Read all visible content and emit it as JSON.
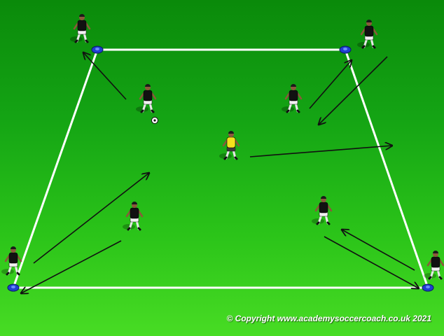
{
  "colors": {
    "pitch_dark": "#0a8a0a",
    "pitch_light": "#48dc24",
    "line": "#ffffff",
    "cone": "#1f3fd0",
    "attacker_shirt": "#111111",
    "attacker_shorts": "#f2f2f2",
    "defender_shirt": "#f4e21c",
    "arrow": "#111111"
  },
  "diagram": {
    "area_shape": "square",
    "cones": 4,
    "attackers": 8,
    "defenders": 1,
    "balls": 1,
    "arrows": 8,
    "icons": [
      "cone-marker-icon",
      "player-icon",
      "ball-icon",
      "arrow-icon"
    ]
  },
  "copyright": "© Copyright www.academysoccercoach.co.uk 2021"
}
